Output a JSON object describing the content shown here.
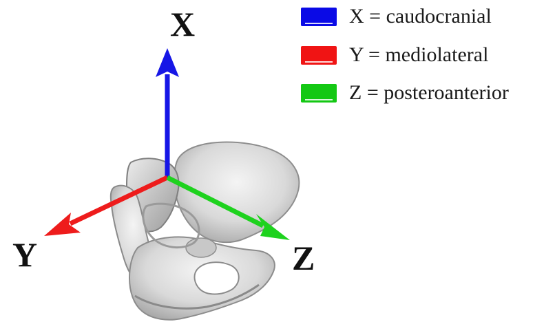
{
  "axes": {
    "x": {
      "letter": "X",
      "color": "#1616e6"
    },
    "y": {
      "letter": "Y",
      "color": "#ee1c1c"
    },
    "z": {
      "letter": "Z",
      "color": "#1ed21e"
    }
  },
  "legend": [
    {
      "text": "X = caudocranial",
      "color": "#0a0ae6"
    },
    {
      "text": "Y = mediolateral",
      "color": "#f01414"
    },
    {
      "text": "Z = posteroanterior",
      "color": "#14c814"
    }
  ]
}
